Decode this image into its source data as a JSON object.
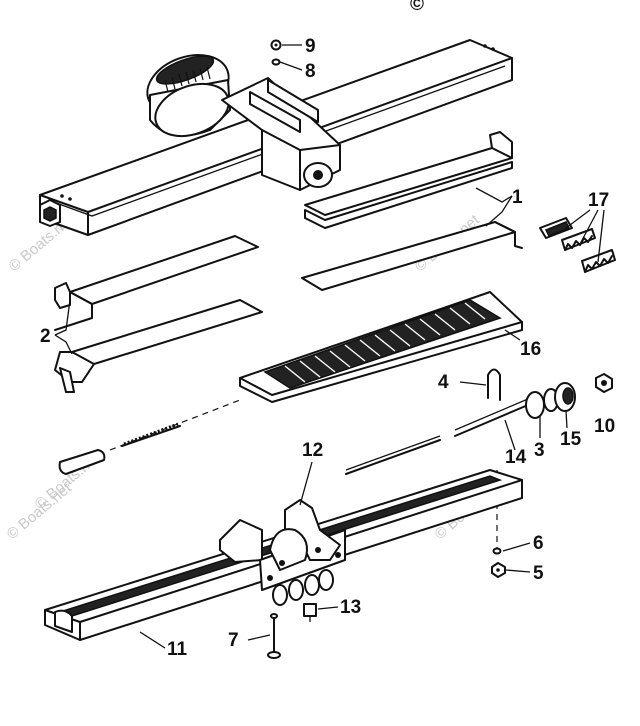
{
  "copyright_symbol": "©",
  "watermark": "© Boats.net",
  "callouts": [
    {
      "id": "1",
      "label": "1"
    },
    {
      "id": "2",
      "label": "2"
    },
    {
      "id": "3",
      "label": "3"
    },
    {
      "id": "4",
      "label": "4"
    },
    {
      "id": "5",
      "label": "5"
    },
    {
      "id": "6",
      "label": "6"
    },
    {
      "id": "7",
      "label": "7"
    },
    {
      "id": "8",
      "label": "8"
    },
    {
      "id": "9",
      "label": "9"
    },
    {
      "id": "10",
      "label": "10"
    },
    {
      "id": "11",
      "label": "11"
    },
    {
      "id": "12",
      "label": "12"
    },
    {
      "id": "13",
      "label": "13"
    },
    {
      "id": "14",
      "label": "14"
    },
    {
      "id": "15",
      "label": "15"
    },
    {
      "id": "16",
      "label": "16"
    },
    {
      "id": "17",
      "label": "17"
    }
  ]
}
